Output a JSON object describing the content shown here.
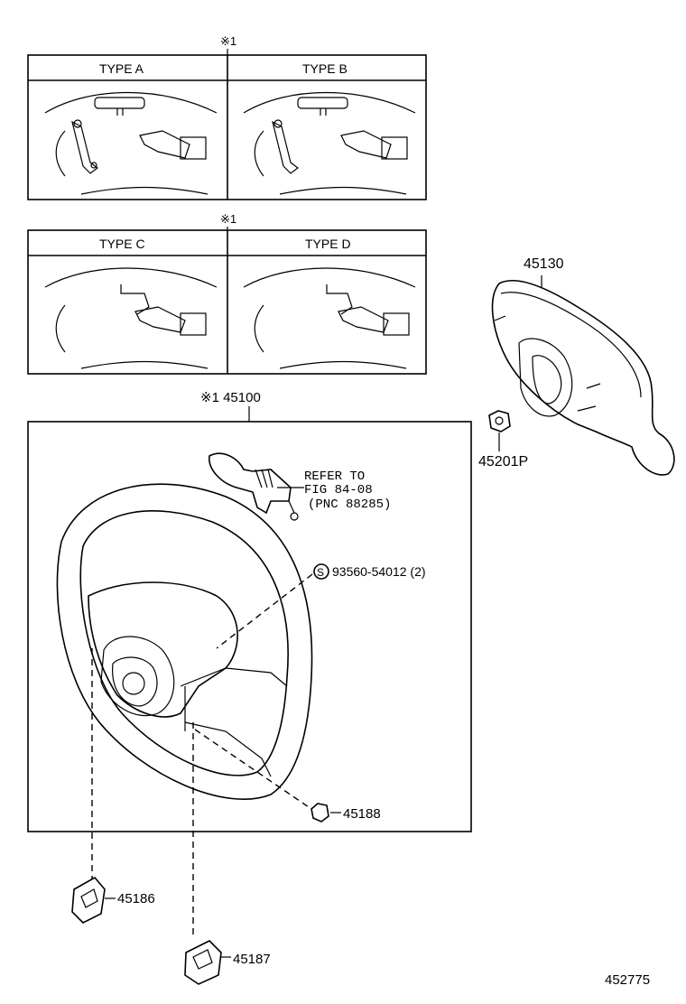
{
  "note_mark_1": "※1",
  "note_mark_2": "※1",
  "panel_top": {
    "type_a": "TYPE A",
    "type_b": "TYPE B"
  },
  "panel_mid": {
    "type_c": "TYPE C",
    "type_d": "TYPE D"
  },
  "main_assembly": "※1 45100",
  "refer": {
    "line1": "REFER TO",
    "line2": "FIG 84-08",
    "line3": "(PNC 88285)"
  },
  "screw": {
    "symbol": "S",
    "number": "93560-54012 (2)"
  },
  "parts": {
    "airbag": "45130",
    "nut": "45201P",
    "bolt": "45188",
    "cover_left": "45186",
    "cover_right": "45187"
  },
  "figure_number": "452775",
  "icons": [
    "steering-wheel-icon",
    "airbag-pad-icon",
    "switch-connector-icon",
    "nut-icon",
    "bolt-icon",
    "cover-icon"
  ]
}
